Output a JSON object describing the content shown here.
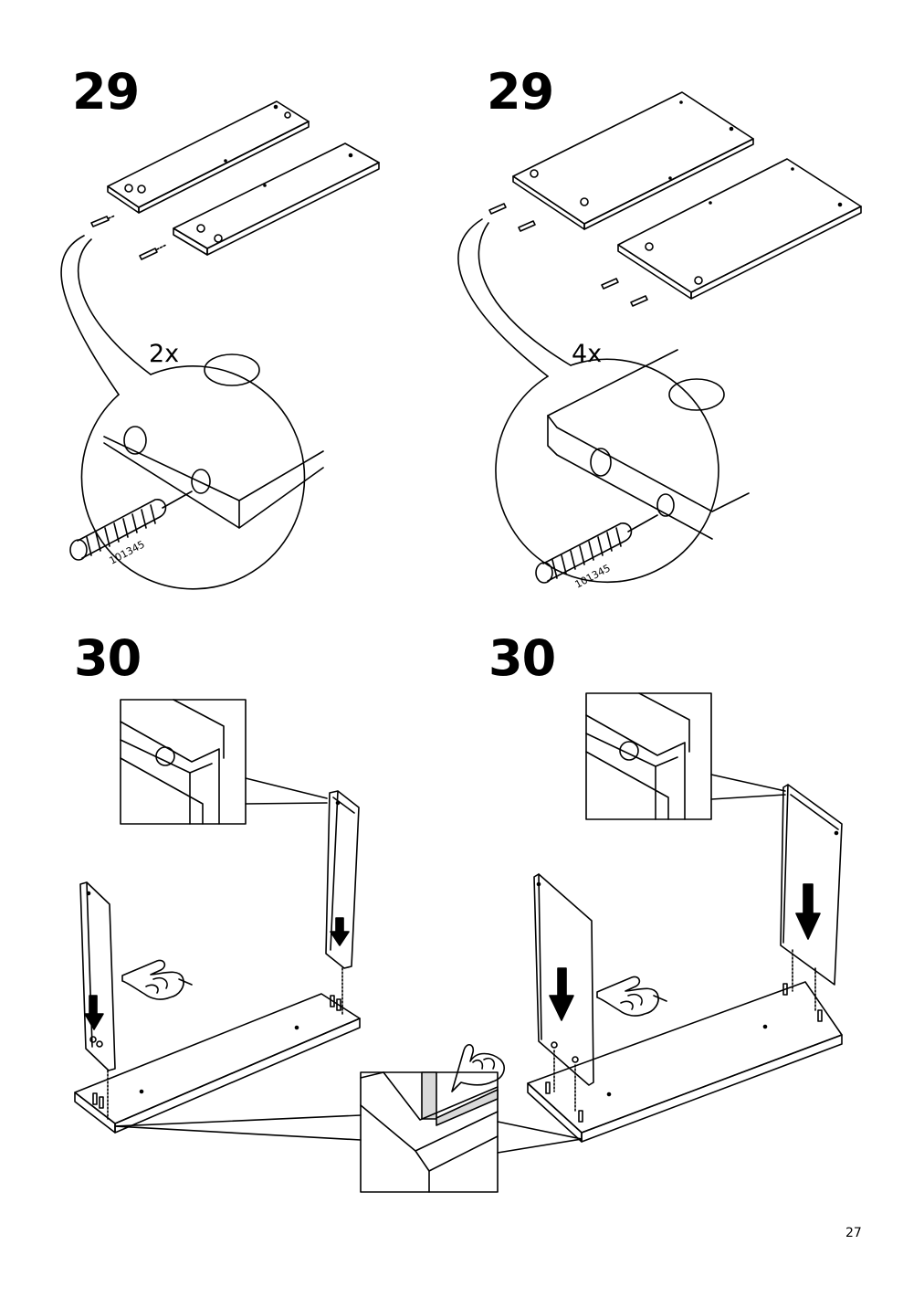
{
  "steps": [
    {
      "number": "29",
      "quantity": "2x",
      "part_number": "101345"
    },
    {
      "number": "29",
      "quantity": "4x",
      "part_number": "101345"
    },
    {
      "number": "30"
    },
    {
      "number": "30"
    }
  ],
  "page_number": "27",
  "icons": [
    "dowel-icon",
    "pointing-hand-icon",
    "down-arrow-icon",
    "magnifier-detail"
  ]
}
